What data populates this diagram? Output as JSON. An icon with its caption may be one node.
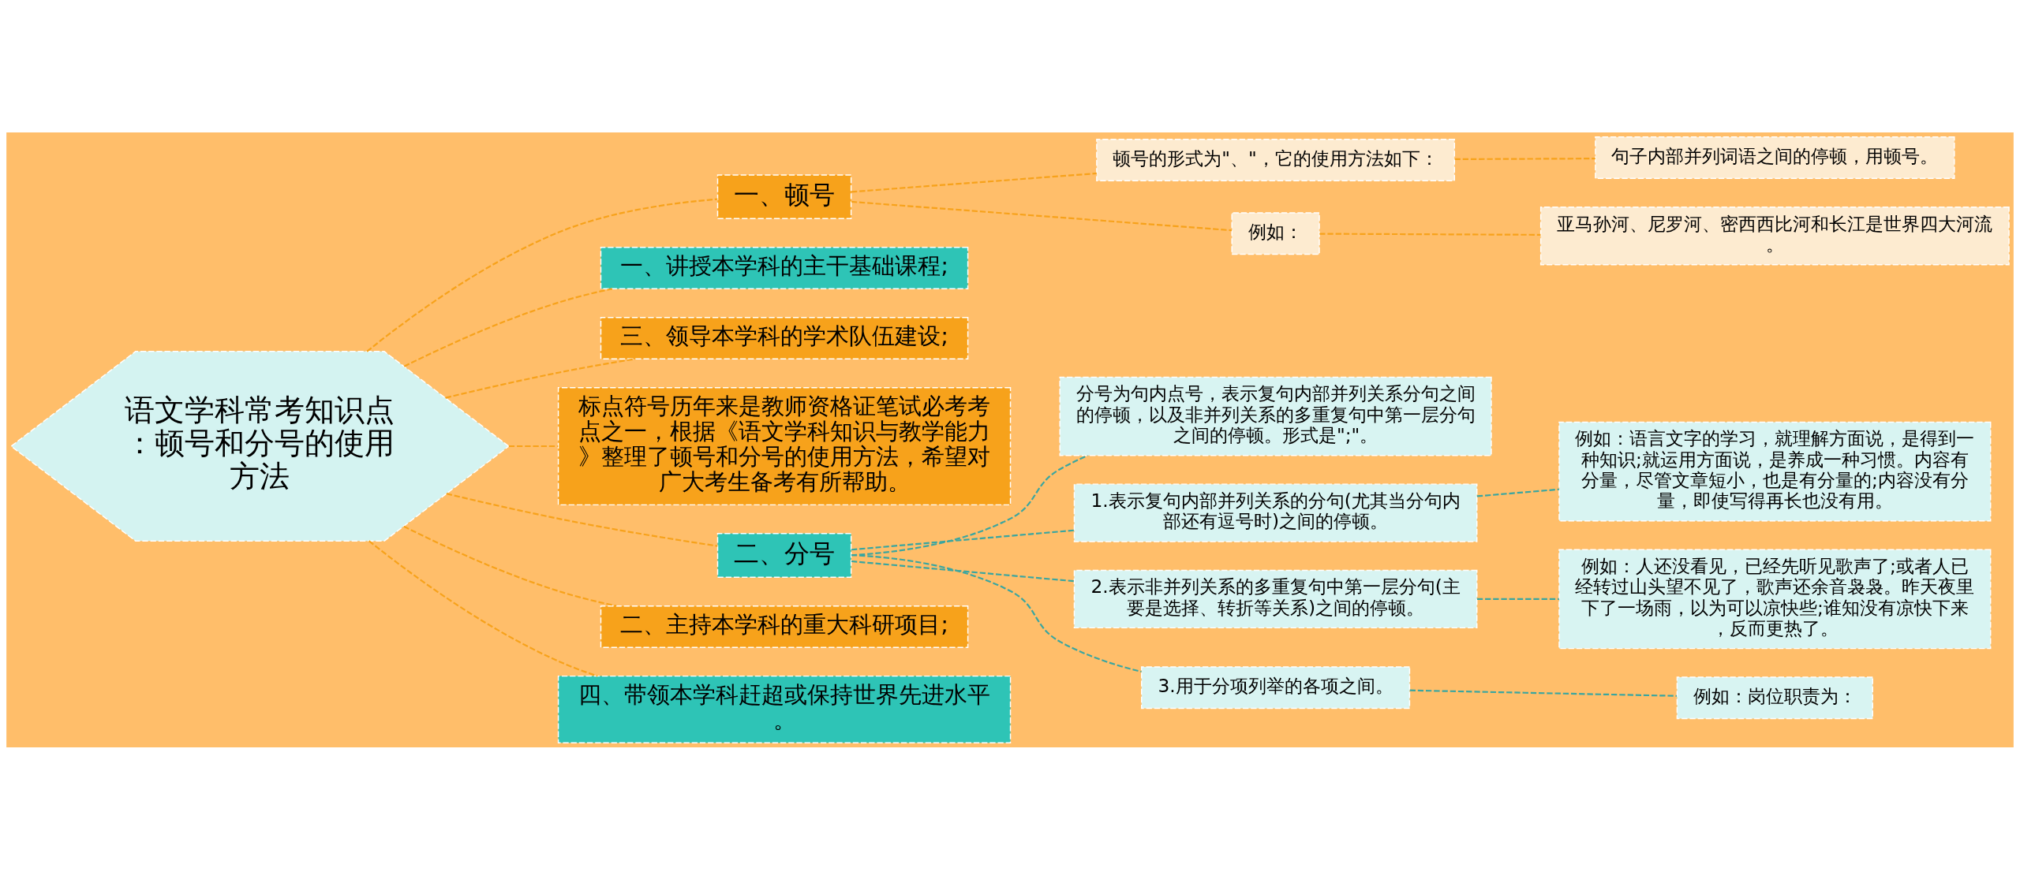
{
  "diagram": {
    "nodes": [
      {
        "text": [
          "语文学科常考知识点：顿号和分号的使用方法"
        ]
      },
      {
        "text": [
          "一、顿号"
        ]
      },
      {
        "text": [
          "顿号的形式为\"、\"，它的使用方法如下："
        ]
      },
      {
        "text": [
          "句子内部并列词语之间的停顿，用顿号。"
        ]
      },
      {
        "text": [
          "例如："
        ]
      },
      {
        "text": [
          "亚马孙河、尼罗河、密西西比河和长江是世界四大河流。"
        ]
      },
      {
        "text": [
          "一、讲授本学科的主干基础课程;"
        ]
      },
      {
        "text": [
          "三、领导本学科的学术队伍建设;"
        ]
      },
      {
        "text": [
          "标点符号历年来是教师资格证笔试必考考点之一，根据《语文学科知识与教学能力》整理了顿号和分号的使用方法，希望对广大考生备考有所帮助。"
        ]
      },
      {
        "text": [
          "二、分号"
        ]
      },
      {
        "text": [
          "分号为句内点号，表示复句内部并列关系分句之间的停顿，以及非并列关系的多重复句中第一层分句之间的停顿。形式是\";\"。"
        ]
      },
      {
        "text": [
          "1.表示复句内部并列关系的分句(尤其当分句内部还有逗号时)之间的停顿。"
        ]
      },
      {
        "text": [
          "例如：语言文字的学习，就理解方面说，是得到一种知识;就运用方面说，是养成一种习惯。内容有分量，尽管文章短小，也是有分量的;内容没有分量，即使写得再长也没有用。"
        ]
      },
      {
        "text": [
          "2.表示非并列关系的多重复句中第一层分句(主要是选择、转折等关系)之间的停顿。"
        ]
      },
      {
        "text": [
          "例如：人还没看见，已经先听见歌声了;或者人已经转过山头望不见了，歌声还余音袅袅。昨天夜里下了一场雨，以为可以凉快些;谁知没有凉快下来，反而更热了。"
        ]
      },
      {
        "text": [
          "3.用于分项列举的各项之间。"
        ]
      },
      {
        "text": [
          "例如：岗位职责为："
        ]
      },
      {
        "text": [
          "二、主持本学科的重大科研项目;"
        ]
      },
      {
        "text": [
          "四、带领本学科赶超或保持世界先进水平。"
        ]
      }
    ],
    "edges": [
      {
        "from": 0,
        "to": 1,
        "arrow": "none",
        "style": "dashed"
      },
      {
        "from": 1,
        "to": 2,
        "arrow": "none",
        "style": "dashed"
      },
      {
        "from": 2,
        "to": 3,
        "arrow": "none",
        "style": "dashed"
      },
      {
        "from": 1,
        "to": 4,
        "arrow": "none",
        "style": "dashed"
      },
      {
        "from": 4,
        "to": 5,
        "arrow": "none",
        "style": "dashed"
      },
      {
        "from": 0,
        "to": 6,
        "arrow": "none",
        "style": "dashed"
      },
      {
        "from": 0,
        "to": 7,
        "arrow": "none",
        "style": "dashed"
      },
      {
        "from": 0,
        "to": 8,
        "arrow": "none",
        "style": "dashed"
      },
      {
        "from": 0,
        "to": 9,
        "arrow": "none",
        "style": "dashed"
      },
      {
        "from": 9,
        "to": 10,
        "arrow": "none",
        "style": "dashed",
        "color": "#3aa6a0"
      },
      {
        "from": 9,
        "to": 11,
        "arrow": "none",
        "style": "dashed",
        "color": "#3aa6a0"
      },
      {
        "from": 11,
        "to": 12,
        "arrow": "none",
        "style": "dashed",
        "color": "#3aa6a0"
      },
      {
        "from": 9,
        "to": 13,
        "arrow": "none",
        "style": "dashed",
        "color": "#3aa6a0"
      },
      {
        "from": 13,
        "to": 14,
        "arrow": "none",
        "style": "dashed",
        "color": "#3aa6a0"
      },
      {
        "from": 9,
        "to": 15,
        "arrow": "none",
        "style": "dashed",
        "color": "#3aa6a0"
      },
      {
        "from": 15,
        "to": 16,
        "arrow": "none",
        "style": "dashed",
        "color": "#3aa6a0"
      },
      {
        "from": 0,
        "to": 17,
        "arrow": "none",
        "style": "dashed"
      },
      {
        "from": 0,
        "to": 18,
        "arrow": "none",
        "style": "dashed"
      }
    ]
  }
}
